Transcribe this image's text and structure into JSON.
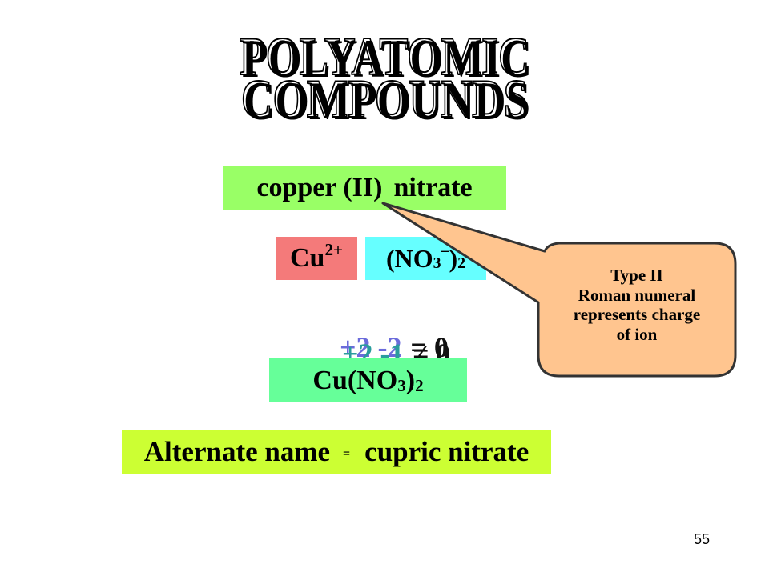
{
  "slide": {
    "title_line1": "POLYATOMIC",
    "title_line2": "COMPOUNDS",
    "compound_name": {
      "part1": "copper (II)",
      "part2": "nitrate"
    },
    "cation": {
      "symbol": "Cu",
      "charge": "2+"
    },
    "anion": {
      "open": "(NO",
      "subscript": "3",
      "charge": "–",
      "close": ")",
      "count": "2"
    },
    "charge_check": {
      "layer_a": {
        "lhs": "+2 -2",
        "rhs": "= 0"
      },
      "layer_b": {
        "lhs": "+2 -1",
        "rhs": "≠ 0"
      }
    },
    "formula": {
      "base": "Cu(NO",
      "subscript": "3",
      "close": ")",
      "count": "2"
    },
    "alternate": {
      "label": "Alternate name",
      "separator": "=",
      "value": "cupric nitrate"
    },
    "callout": {
      "lines": [
        "Type II",
        "Roman numeral",
        "represents charge",
        "of ion"
      ]
    },
    "page_number": "55"
  },
  "colors": {
    "name_box": "#99FF66",
    "cation_box": "#F47A7A",
    "anion_box": "#66FFFF",
    "formula_box": "#66FF99",
    "alternate_box": "#CCFF33",
    "callout_fill": "#FFC58F",
    "callout_border": "#333333",
    "equation_a": "#6B6BDB",
    "equation_b": "#2A9D9D"
  }
}
